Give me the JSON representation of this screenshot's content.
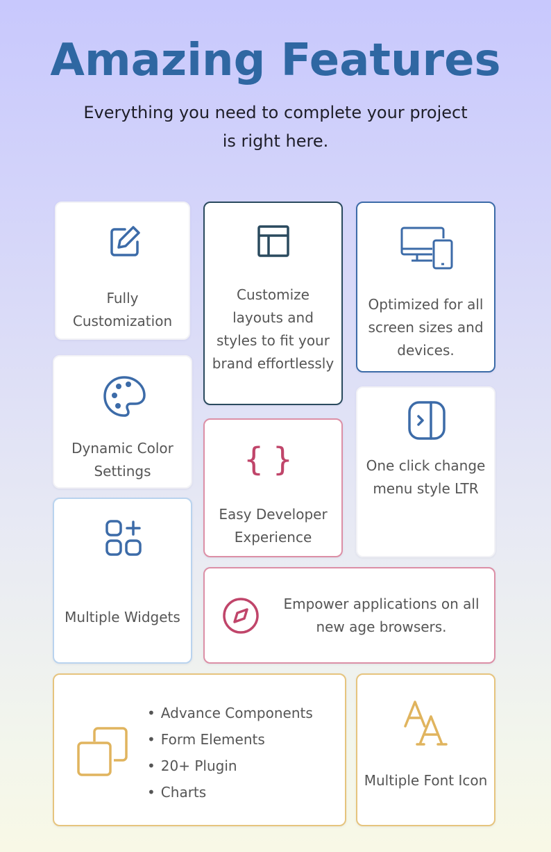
{
  "header": {
    "title": "Amazing Features",
    "subtitle": "Everything you need to complete your project is right here."
  },
  "colors": {
    "title": "#2f67a2",
    "blue": "#3c6ba8",
    "pink": "#c0456a",
    "gold": "#e0b45e",
    "dark": "#2a4a5e"
  },
  "cards": {
    "customization": {
      "icon": "edit-icon",
      "text": "Fully Customization"
    },
    "layouts": {
      "icon": "layout-icon",
      "text": "Customize layouts and styles to fit your brand effortlessly"
    },
    "responsive": {
      "icon": "devices-icon",
      "text": "Optimized for all screen sizes and devices."
    },
    "color": {
      "icon": "palette-icon",
      "text": "Dynamic Color Settings"
    },
    "developer": {
      "icon": "braces-icon",
      "text": "Easy Developer Experience"
    },
    "menu": {
      "icon": "sidebar-toggle-icon",
      "text": "One click change menu style LTR"
    },
    "widgets": {
      "icon": "widgets-icon",
      "text": "Multiple Widgets"
    },
    "browsers": {
      "icon": "compass-icon",
      "text": "Empower applications on all new age browsers."
    },
    "components": {
      "icon": "copy-icon",
      "items": [
        "Advance Components",
        "Form Elements",
        "20+ Plugin",
        "Charts"
      ]
    },
    "fonts": {
      "icon": "font-icon",
      "text": "Multiple Font Icon"
    }
  }
}
